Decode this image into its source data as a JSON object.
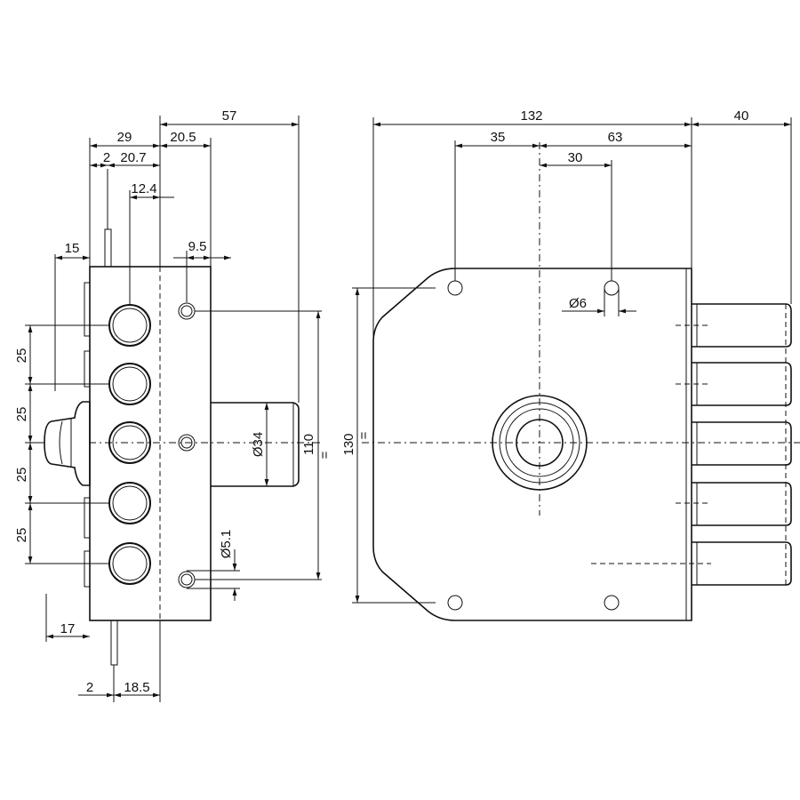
{
  "dimensions": {
    "d57": "57",
    "d29": "29",
    "d20_5": "20.5",
    "d2_top": "2",
    "d20_7": "20.7",
    "d12_4": "12.4",
    "d15": "15",
    "d9_5": "9.5",
    "d25_a": "25",
    "d25_b": "25",
    "d25_c": "25",
    "d25_d": "25",
    "d17": "17",
    "d2_bottom": "2",
    "d18_5": "18.5",
    "dia34": "Ø34",
    "dia5_1": "Ø5.1",
    "h110": "110",
    "h130": "130",
    "eq_a": "=",
    "eq_b": "=",
    "d132": "132",
    "d35": "35",
    "d63": "63",
    "d30": "30",
    "d40": "40",
    "dia6": "Ø6"
  }
}
